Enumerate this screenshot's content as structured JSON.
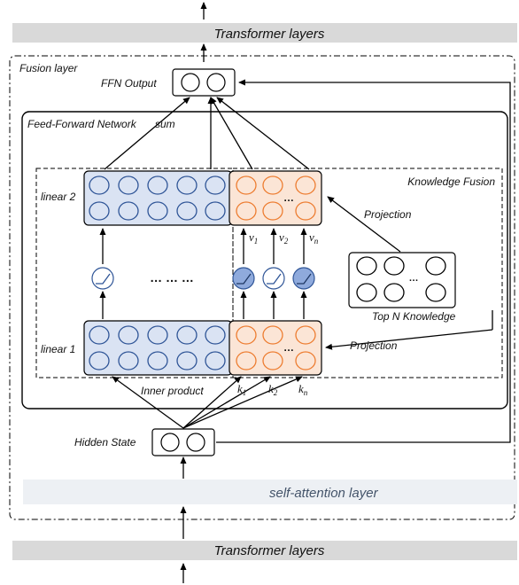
{
  "labels": {
    "transformer_top": "Transformer layers",
    "transformer_bottom": "Transformer layers",
    "fusion_layer": "Fusion layer",
    "ffn_output": "FFN Output",
    "ffn": "Feed-Forward Network",
    "sum": "sum",
    "knowledge_fusion": "Knowledge Fusion",
    "linear2": "linear 2",
    "linear1": "linear 1",
    "projection_upper": "Projection",
    "projection_lower": "Projection",
    "top_n_knowledge": "Top N Knowledge",
    "inner_product": "Inner product",
    "hidden_state": "Hidden State",
    "self_attention": "self-attention layer",
    "middle_dots": "… … …",
    "ellipsis": "…"
  },
  "value_labels": [
    {
      "base": "v",
      "sub": "1"
    },
    {
      "base": "v",
      "sub": "2"
    },
    {
      "base": "v",
      "sub": "n"
    }
  ],
  "key_labels": [
    {
      "base": "k",
      "sub": "1"
    },
    {
      "base": "k",
      "sub": "2"
    },
    {
      "base": "k",
      "sub": "n"
    }
  ],
  "colors": {
    "band_gray": "#d9d9d9",
    "self_attn_bg": "#edf0f4",
    "self_attn_text": "#44546a",
    "blue_fill": "#dae3f3",
    "blue_stroke": "#2f5597",
    "orange_fill": "#fbe5d6",
    "orange_stroke": "#ed7d31",
    "activation_blue": "#8faadc"
  }
}
